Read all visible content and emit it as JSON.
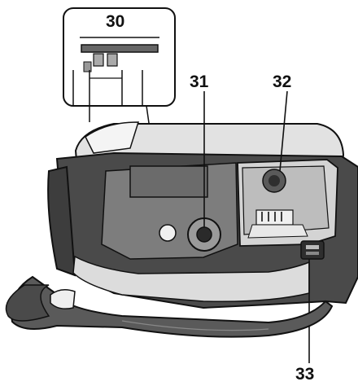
{
  "callouts": {
    "c30": "30",
    "c31": "31",
    "c32": "32",
    "c33": "33"
  },
  "colors": {
    "dark": "#3a3a3a",
    "mid": "#8c8c8c",
    "light": "#d9d9d9",
    "outline": "#111111"
  }
}
